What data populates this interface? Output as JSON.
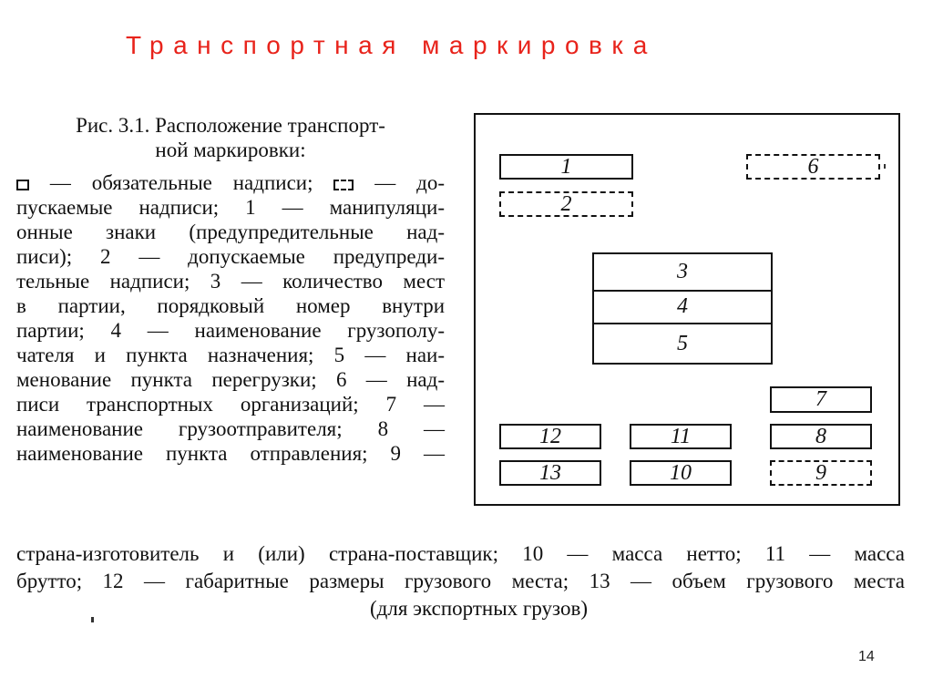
{
  "slide": {
    "title": "Транспортная маркировка",
    "page_number": "14"
  },
  "caption": {
    "heading_line1": "Рис. 3.1. Расположение транспорт-",
    "heading_line2": "ной маркировки:",
    "legend_lines": [
      "— обязательные надписи;",
      "— до-",
      "пускаемые надписи; 1 — манипуляци-",
      "онные знаки (предупредительные над-",
      "писи); 2 — допускаемые предупреди-",
      "тельные надписи; 3 — количество мест",
      "в партии, порядковый номер внутри",
      "партии; 4 — наименование грузополу-",
      "чателя и пункта назначения; 5 — наи-",
      "менование пункта перегрузки; 6 — над-",
      "писи транспортных организаций; 7 —",
      "наименование грузоотправителя; 8 —",
      "наименование пункта отправления; 9 —"
    ],
    "bottom_lines": [
      "страна-изготовитель и (или) страна-поставщик; 10 — масса нетто; 11 — масса",
      "брутто; 12 — габаритные размеры грузового места; 13 — объем грузового места",
      "(для экспортных грузов)"
    ]
  },
  "diagram": {
    "labels": {
      "m1": "1",
      "m2": "2",
      "m3": "3",
      "m4": "4",
      "m5": "5",
      "m6": "6",
      "m7": "7",
      "m8": "8",
      "m9": "9",
      "m10": "10",
      "m11": "11",
      "m12": "12",
      "m13": "13"
    },
    "mandatory": [
      "1",
      "3",
      "4",
      "5",
      "7",
      "8",
      "10",
      "11",
      "12",
      "13"
    ],
    "optional": [
      "2",
      "6",
      "9"
    ]
  }
}
